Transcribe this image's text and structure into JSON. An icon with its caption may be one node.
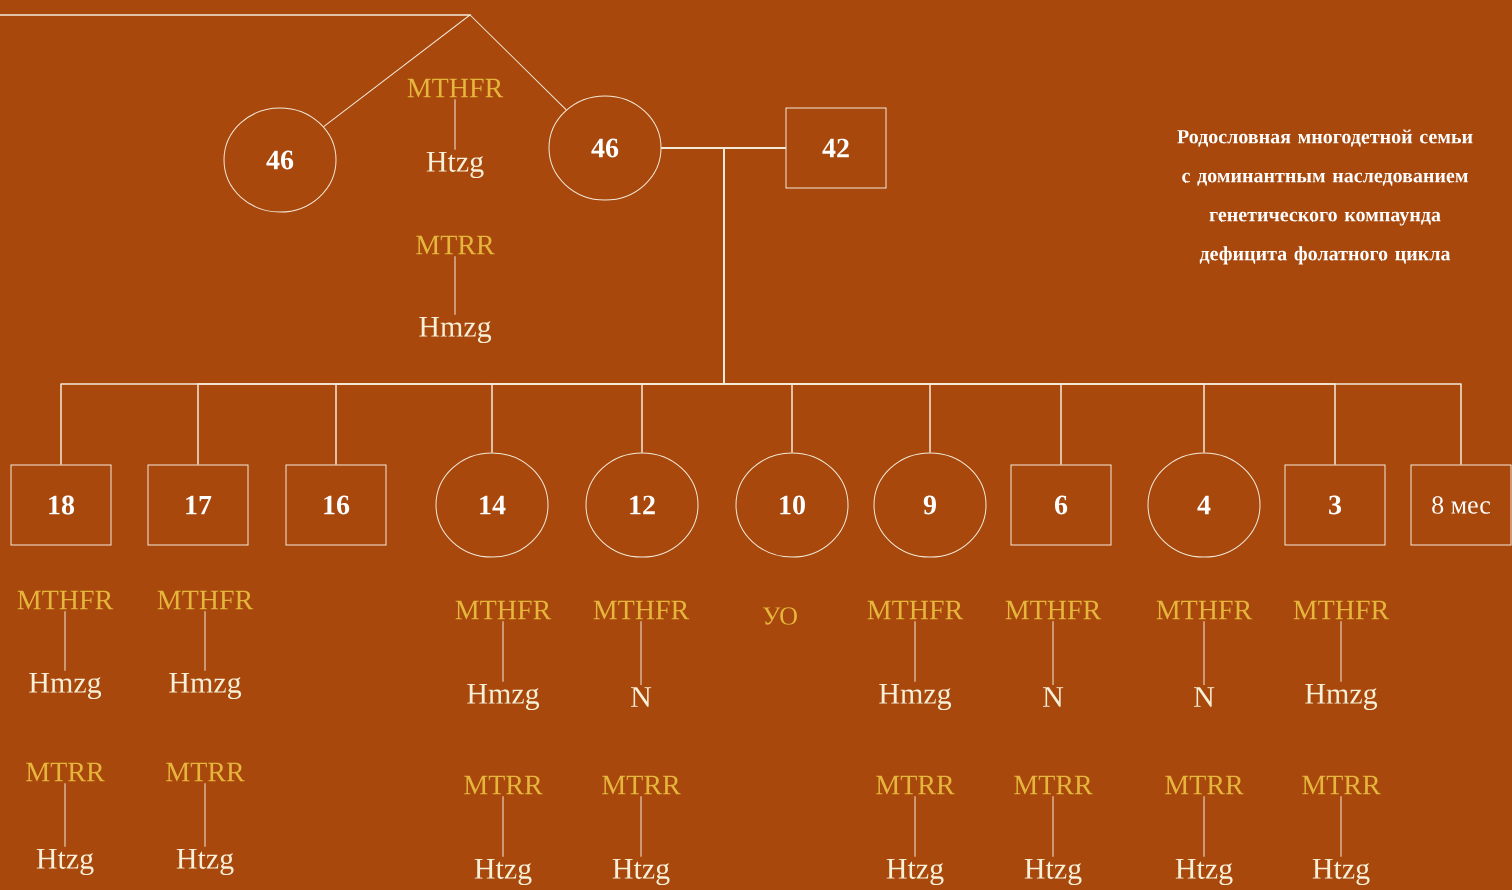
{
  "diagram": {
    "title": "Родословная многодетной семьи с доминантным наследованием генетического компаунда дефицита фолатного цикла",
    "nodes": [
      {
        "text": [
          "46"
        ]
      },
      {
        "text": [
          "MTHFR"
        ]
      },
      {
        "text": [
          "Htzg"
        ]
      },
      {
        "text": [
          "46"
        ]
      },
      {
        "text": [
          "42"
        ]
      },
      {
        "text": [
          "MTRR"
        ]
      },
      {
        "text": [
          "Hmzg"
        ]
      },
      {
        "text": [
          "18"
        ]
      },
      {
        "text": [
          "17"
        ]
      },
      {
        "text": [
          "16"
        ]
      },
      {
        "text": [
          "14"
        ]
      },
      {
        "text": [
          "12"
        ]
      },
      {
        "text": [
          "10"
        ]
      },
      {
        "text": [
          "9"
        ]
      },
      {
        "text": [
          "6"
        ]
      },
      {
        "text": [
          "4"
        ]
      },
      {
        "text": [
          "3"
        ]
      },
      {
        "text": [
          "8 мес"
        ]
      },
      {
        "text": [
          "MTHFR"
        ]
      },
      {
        "text": [
          "MTHFR"
        ]
      },
      {
        "text": [
          "MTHFR"
        ]
      },
      {
        "text": [
          "MTHFR"
        ]
      },
      {
        "text": [
          "MTHFR"
        ]
      },
      {
        "text": [
          "MTHFR"
        ]
      },
      {
        "text": [
          "MTHFR"
        ]
      },
      {
        "text": [
          "MTHFR"
        ]
      },
      {
        "text": [
          "Hmzg"
        ]
      },
      {
        "text": [
          "Hmzg"
        ]
      },
      {
        "text": [
          "Hmzg"
        ]
      },
      {
        "text": [
          "N"
        ]
      },
      {
        "text": [
          "Hmzg"
        ]
      },
      {
        "text": [
          "N"
        ]
      },
      {
        "text": [
          "N"
        ]
      },
      {
        "text": [
          "Hmzg"
        ]
      },
      {
        "text": [
          "MTRR"
        ]
      },
      {
        "text": [
          "MTRR"
        ]
      },
      {
        "text": [
          "MTRR"
        ]
      },
      {
        "text": [
          "MTRR"
        ]
      },
      {
        "text": [
          "MTRR"
        ]
      },
      {
        "text": [
          "MTRR"
        ]
      },
      {
        "text": [
          "MTRR"
        ]
      },
      {
        "text": [
          "MTRR"
        ]
      },
      {
        "text": [
          "Htzg"
        ]
      },
      {
        "text": [
          "Htzg"
        ]
      },
      {
        "text": [
          "Htzg"
        ]
      },
      {
        "text": [
          "Htzg"
        ]
      },
      {
        "text": [
          "Htzg"
        ]
      },
      {
        "text": [
          "Htzg"
        ]
      },
      {
        "text": [
          "Htzg"
        ]
      },
      {
        "text": [
          "Htzg"
        ]
      }
    ],
    "edges": [
      {
        "from": null,
        "to": 0,
        "arrow": "none"
      },
      {
        "from": null,
        "to": 3,
        "arrow": "none"
      },
      {
        "from": 3,
        "to": 4,
        "arrow": "none"
      },
      {
        "from": 1,
        "to": 2,
        "arrow": "none"
      },
      {
        "from": 5,
        "to": 6,
        "arrow": "none"
      },
      {
        "from": 3,
        "to": 7,
        "arrow": "none"
      },
      {
        "from": 3,
        "to": 8,
        "arrow": "none"
      },
      {
        "from": 3,
        "to": 9,
        "arrow": "none"
      },
      {
        "from": 3,
        "to": 10,
        "arrow": "none"
      },
      {
        "from": 3,
        "to": 11,
        "arrow": "none"
      },
      {
        "from": 3,
        "to": 12,
        "arrow": "none"
      },
      {
        "from": 3,
        "to": 13,
        "arrow": "none"
      },
      {
        "from": 3,
        "to": 14,
        "arrow": "none"
      },
      {
        "from": 3,
        "to": 15,
        "arrow": "none"
      },
      {
        "from": 3,
        "to": 16,
        "arrow": "none"
      },
      {
        "from": 3,
        "to": 17,
        "arrow": "none"
      },
      {
        "from": 4,
        "to": 7,
        "arrow": "none"
      },
      {
        "from": 4,
        "to": 8,
        "arrow": "none"
      },
      {
        "from": 4,
        "to": 9,
        "arrow": "none"
      },
      {
        "from": 4,
        "to": 10,
        "arrow": "none"
      },
      {
        "from": 4,
        "to": 11,
        "arrow": "none"
      },
      {
        "from": 4,
        "to": 12,
        "arrow": "none"
      },
      {
        "from": 4,
        "to": 13,
        "arrow": "none"
      },
      {
        "from": 4,
        "to": 14,
        "arrow": "none"
      },
      {
        "from": 4,
        "to": 15,
        "arrow": "none"
      },
      {
        "from": 4,
        "to": 16,
        "arrow": "none"
      },
      {
        "from": 4,
        "to": 17,
        "arrow": "none"
      },
      {
        "from": 18,
        "to": 26,
        "arrow": "none"
      },
      {
        "from": 19,
        "to": 27,
        "arrow": "none"
      },
      {
        "from": 20,
        "to": 28,
        "arrow": "none"
      },
      {
        "from": 21,
        "to": 29,
        "arrow": "none"
      },
      {
        "from": 22,
        "to": 30,
        "arrow": "none"
      },
      {
        "from": 23,
        "to": 31,
        "arrow": "none"
      },
      {
        "from": 24,
        "to": 32,
        "arrow": "none"
      },
      {
        "from": 25,
        "to": 33,
        "arrow": "none"
      },
      {
        "from": 34,
        "to": 42,
        "arrow": "none"
      },
      {
        "from": 35,
        "to": 43,
        "arrow": "none"
      },
      {
        "from": 36,
        "to": 44,
        "arrow": "none"
      },
      {
        "from": 37,
        "to": 45,
        "arrow": "none"
      },
      {
        "from": 38,
        "to": 46,
        "arrow": "none"
      },
      {
        "from": 39,
        "to": 47,
        "arrow": "none"
      },
      {
        "from": 40,
        "to": 48,
        "arrow": "none"
      },
      {
        "from": 41,
        "to": 49,
        "arrow": "none"
      }
    ],
    "labels": [
      "УО"
    ]
  }
}
